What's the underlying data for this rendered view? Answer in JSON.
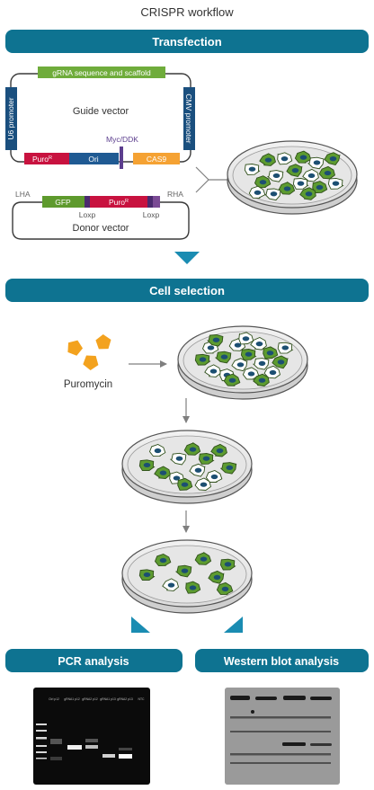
{
  "title": "CRISPR workflow",
  "sections": {
    "transfection": "Transfection",
    "cell_selection": "Cell selection",
    "pcr_analysis": "PCR analysis",
    "western_blot": "Western blot analysis"
  },
  "guide_vector": {
    "label": "Guide vector",
    "grna": "gRNA sequence and scaffold",
    "u6": "U6 promoter",
    "cmv": "CMV promoter",
    "puro": "Puro",
    "puro_sup": "R",
    "ori": "Ori",
    "tag": "Myc/DDK",
    "cas9": "CAS9"
  },
  "donor_vector": {
    "label": "Donor vector",
    "lha": "LHA",
    "rha": "RHA",
    "gfp": "GFP",
    "puro": "Puro",
    "puro_sup": "R",
    "loxp_left": "Loxp",
    "loxp_right": "Loxp"
  },
  "puromycin": "Puromycin",
  "gel_lanes": [
    "Ctrl p12",
    "gRNA1 p12",
    "gRNA2 p12",
    "gRNA1 p13",
    "gRNA2 p13",
    "NTC"
  ],
  "colors": {
    "banner": "#0e7391",
    "arrow": "#1a8cb2",
    "grna": "#6fac3b",
    "promoter": "#1a4f7e",
    "puro": "#c8123f",
    "ori": "#1f5a93",
    "cas9": "#f5a233",
    "tag": "#5c3e8e",
    "gfp": "#5e9a2d",
    "pentagon": "#f3a21e",
    "green_cell": "#5d9b30",
    "nucleus": "#1c4f72"
  }
}
